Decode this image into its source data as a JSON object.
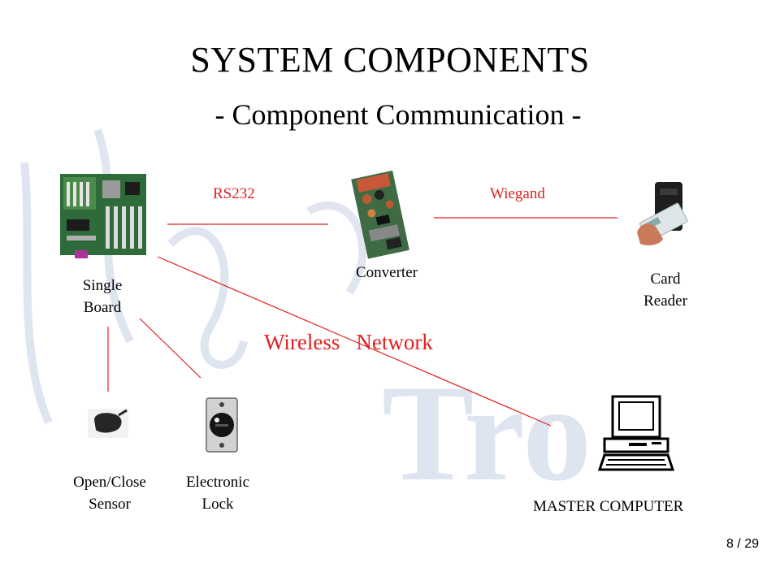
{
  "slide": {
    "title": "SYSTEM COMPONENTS",
    "subtitle": "- Component Communication -",
    "page_number": "8",
    "page_total": "29"
  },
  "components": {
    "single_board": "Single\nBoard",
    "converter": "Converter",
    "card_reader": "Card\nReader",
    "sensor": "Open/Close\nSensor",
    "lock": "Electronic\nLock",
    "master": "MASTER COMPUTER"
  },
  "links": {
    "rs232": "RS232",
    "wiegand": "Wiegand",
    "wireless_word1": "Wireless",
    "wireless_word2": "Network"
  },
  "colors": {
    "link": "#e02020",
    "watermark": "#c6d0e4"
  },
  "icons": [
    "motherboard-icon",
    "converter-board-icon",
    "card-reader-icon",
    "sensor-icon",
    "lock-icon",
    "computer-icon"
  ]
}
